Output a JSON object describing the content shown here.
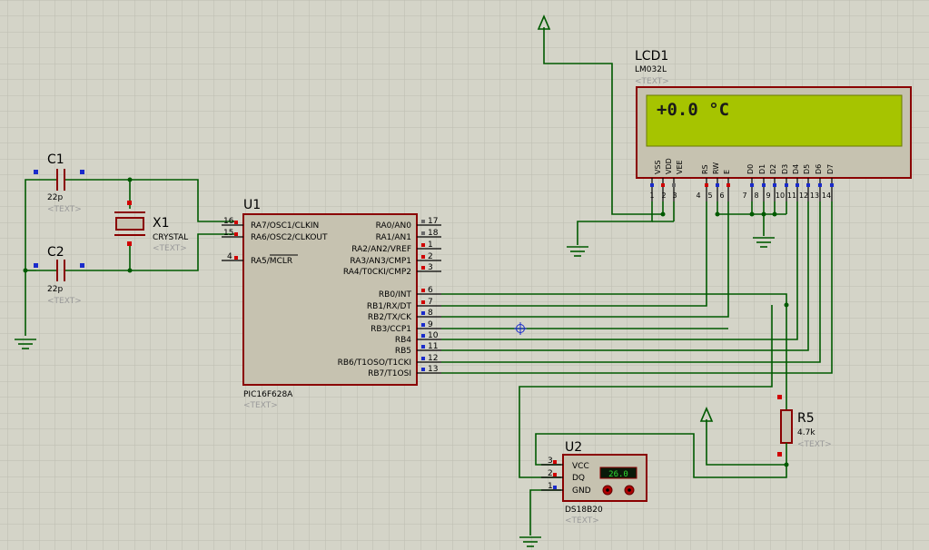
{
  "colors": {
    "background": "#d4d4c8",
    "grid": "#bcbcb0",
    "wire": "#005a00",
    "body_border": "#8a0000",
    "ic_fill": "#c6c2b0",
    "lcd_screen": "#a6c400",
    "pin_red": "#d10000",
    "pin_blue": "#1a2bcc",
    "pin_grey": "#6a6a6a",
    "placeholder_text": "#9a9a9a"
  },
  "capacitors": {
    "c1": {
      "ref": "C1",
      "value": "22p",
      "text": "<TEXT>"
    },
    "c2": {
      "ref": "C2",
      "value": "22p",
      "text": "<TEXT>"
    }
  },
  "crystal": {
    "ref": "X1",
    "value": "CRYSTAL",
    "text": "<TEXT>"
  },
  "u1": {
    "ref": "U1",
    "part": "PIC16F628A",
    "text": "<TEXT>",
    "left_pins": [
      {
        "label": "RA7/OSC1/CLKIN",
        "num": "16"
      },
      {
        "label": "RA6/OSC2/CLKOUT",
        "num": "15"
      },
      {
        "label": "RA5/MCLR",
        "num": "4"
      }
    ],
    "right_pins_a": [
      {
        "label": "RA0/AN0",
        "num": "17"
      },
      {
        "label": "RA1/AN1",
        "num": "18"
      },
      {
        "label": "RA2/AN2/VREF",
        "num": "1"
      },
      {
        "label": "RA3/AN3/CMP1",
        "num": "2"
      },
      {
        "label": "RA4/T0CKI/CMP2",
        "num": "3"
      }
    ],
    "right_pins_b": [
      {
        "label": "RB0/INT",
        "num": "6"
      },
      {
        "label": "RB1/RX/DT",
        "num": "7"
      },
      {
        "label": "RB2/TX/CK",
        "num": "8"
      },
      {
        "label": "RB3/CCP1",
        "num": "9"
      },
      {
        "label": "RB4",
        "num": "10"
      },
      {
        "label": "RB5",
        "num": "11"
      },
      {
        "label": "RB6/T1OSO/T1CKI",
        "num": "12"
      },
      {
        "label": "RB7/T1OSI",
        "num": "13"
      }
    ]
  },
  "lcd": {
    "ref": "LCD1",
    "part": "LM032L",
    "text": "<TEXT>",
    "display": "+0.0 °C",
    "pins": [
      {
        "label": "VSS",
        "num": "1"
      },
      {
        "label": "VDD",
        "num": "2"
      },
      {
        "label": "VEE",
        "num": "3"
      },
      {
        "label": "RS",
        "num": "4"
      },
      {
        "label": "RW",
        "num": "5"
      },
      {
        "label": "E",
        "num": "6"
      },
      {
        "label": "D0",
        "num": "7"
      },
      {
        "label": "D1",
        "num": "8"
      },
      {
        "label": "D2",
        "num": "9"
      },
      {
        "label": "D3",
        "num": "10"
      },
      {
        "label": "D4",
        "num": "11"
      },
      {
        "label": "D5",
        "num": "12"
      },
      {
        "label": "D6",
        "num": "13"
      },
      {
        "label": "D7",
        "num": "14"
      }
    ]
  },
  "resistor": {
    "ref": "R5",
    "value": "4.7k",
    "text": "<TEXT>"
  },
  "u2": {
    "ref": "U2",
    "part": "DS18B20",
    "text": "<TEXT>",
    "reading": "26.0",
    "pins": [
      {
        "label": "VCC",
        "num": "3"
      },
      {
        "label": "DQ",
        "num": "2"
      },
      {
        "label": "GND",
        "num": "1"
      }
    ]
  }
}
